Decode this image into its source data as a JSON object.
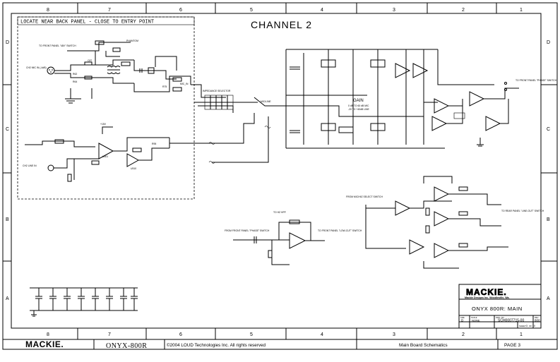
{
  "border": {
    "columns": [
      "8",
      "7",
      "6",
      "5",
      "4",
      "3",
      "2",
      "1"
    ],
    "rows": [
      "D",
      "C",
      "B",
      "A"
    ]
  },
  "sheet": {
    "title": "CHANNEL 2",
    "locate_note": "LOCATE NEAR BACK PANEL - CLOSE TO ENTRY POINT",
    "gain_label": "GAIN",
    "gain_note1": "0 dB TO 60 dB MIC",
    "gain_note2": "-20 TO +40dB LINE",
    "imp_selector": "IMPEDANCE SELECTOR",
    "mic_line": "MIC/LINE",
    "to_front_panel_48v": "TO FRONT PANEL \"48V\" SWITCH",
    "ch2_mic_in": "CH2 MIC IN (-4dB)",
    "ch2_line_in": "CH2 LINE IN",
    "to_front_panel_phase": "TO FRONT PANEL \"PHASE\" SWITCH",
    "from_front_panel_phase": "FROM FRONT PANEL \"PHASE\" SWITCH",
    "to_hz_hpf": "TO HZ HPF",
    "to_front_panel_locut": "TO FRONT PANEL \"LOW-CUT\" SWITCH",
    "from_mic_hiz": "FROM MIC/HIZ SELECT SWITCH",
    "to_rear_panel": "TO REAR PANEL \"LINE-OUT\" SWITCH"
  },
  "title_block": {
    "brand": "MACKIE.",
    "company": "Mackie Designs Inc.  Woodinville, Wa.",
    "doc_title": "ONYX 800R: MAIN",
    "size": "D",
    "scale": "NONE",
    "doc_number": "SCH0007715-00",
    "rev": "800",
    "sheet_no": "3",
    "sheet_of": "10"
  },
  "footer": {
    "brand": "MACKIE.",
    "product": "ONYX-800R",
    "copyright": "©2004 LOUD Technologies Inc. All rights reserved",
    "description": "Main Board Schematics",
    "page": "PAGE 3"
  }
}
